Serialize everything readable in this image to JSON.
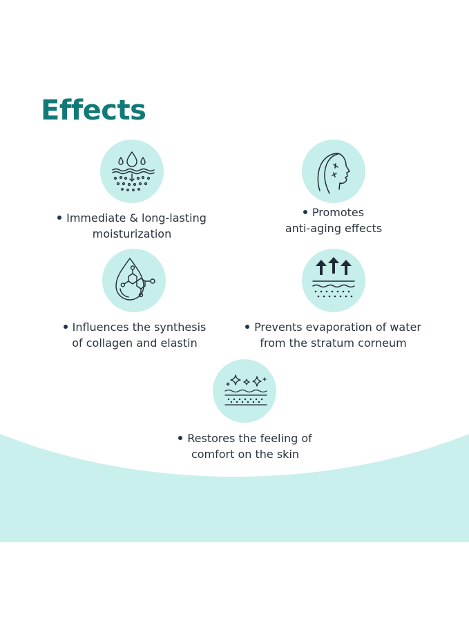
{
  "colors": {
    "title": "#117a78",
    "icon_bg": "#c6eeeb",
    "wave": "#c9f0ed",
    "text": "#2a3340",
    "bullet": "#1e3550"
  },
  "title": "Effects",
  "effects": [
    {
      "icon": "water-drop-skin-icon",
      "line1": "Immediate & long-lasting",
      "line2": "moisturization"
    },
    {
      "icon": "face-profile-icon",
      "line1": "Promotes",
      "line2": "anti-aging effects"
    },
    {
      "icon": "molecule-drop-icon",
      "line1": "Influences the synthesis",
      "line2": "of collagen and elastin"
    },
    {
      "icon": "arrows-up-skin-icon",
      "line1": "Prevents evaporation of water",
      "line2": "from the stratum corneum"
    },
    {
      "icon": "sparkle-skin-icon",
      "line1": "Restores the feeling of",
      "line2": "comfort on the skin"
    }
  ]
}
